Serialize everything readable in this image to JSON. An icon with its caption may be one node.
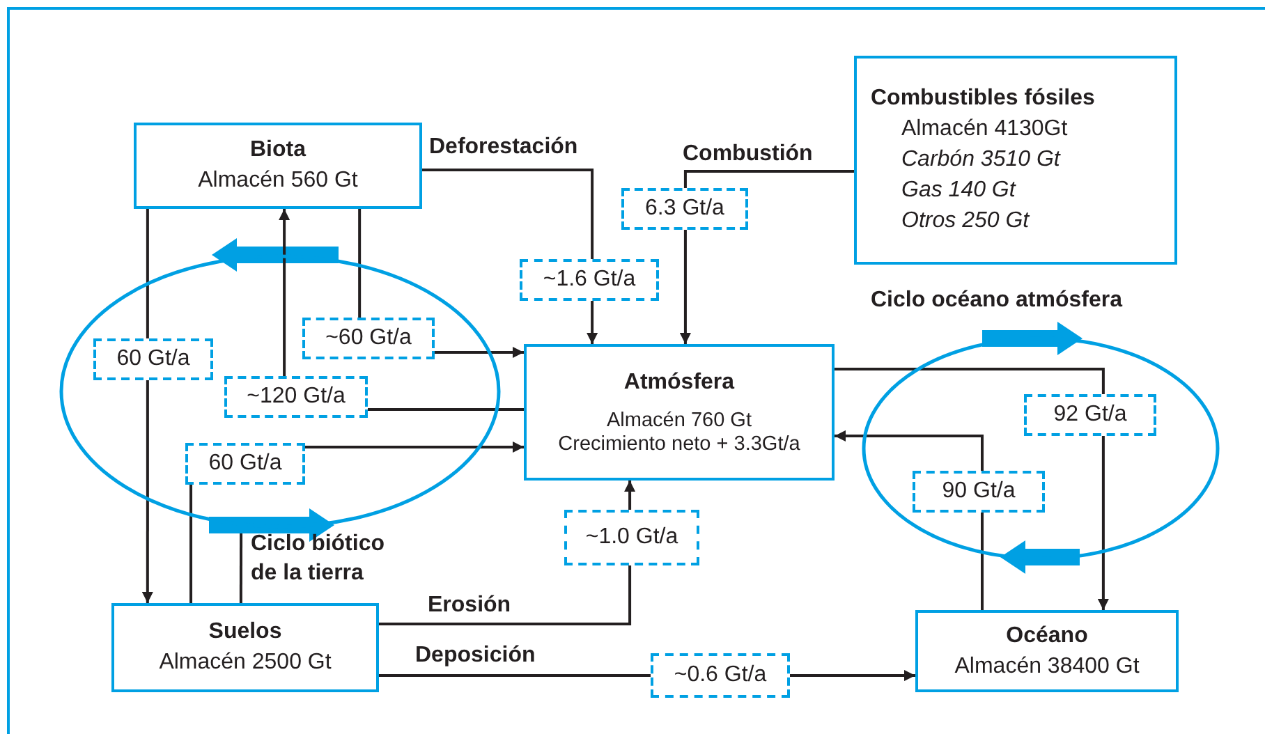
{
  "diagram": {
    "nodes": [
      {
        "text": [
          "Biota",
          "Almacén 560 Gt"
        ]
      },
      {
        "text": [
          "Combustibles fósiles",
          "Almacén 4130Gt",
          "Carbón 3510 Gt",
          "Gas 140 Gt",
          "Otros 250 Gt"
        ]
      },
      {
        "text": [
          "Atmósfera",
          "Almacén 760 Gt",
          "Crecimiento neto + 3.3Gt/a"
        ]
      },
      {
        "text": [
          "Suelos",
          "Almacén 2500 Gt"
        ]
      },
      {
        "text": [
          "Océano",
          "Almacén 38400 Gt"
        ]
      },
      {
        "text": [],
        "shape": "arrow"
      },
      {
        "text": [],
        "shape": "arrow"
      },
      {
        "text": [],
        "shape": "arrow"
      },
      {
        "text": [],
        "shape": "arrow"
      }
    ],
    "edges": [
      {
        "from": 0,
        "to": 3,
        "arrow": "to",
        "label": "60 Gt/a"
      },
      {
        "from": 3,
        "to": 2,
        "arrow": "to",
        "label": "60 Gt/a"
      },
      {
        "from": 2,
        "to": 0,
        "arrow": "to",
        "label": "~120 Gt/a"
      },
      {
        "from": 0,
        "to": 2,
        "arrow": "to",
        "label": "~60 Gt/a"
      },
      {
        "from": 0,
        "to": 2,
        "arrow": "to",
        "label": "~1.6 Gt/a"
      },
      {
        "from": 1,
        "to": 2,
        "arrow": "to",
        "label": "6.3 Gt/a"
      },
      {
        "from": 2,
        "to": 4,
        "arrow": "to",
        "label": "92 Gt/a"
      },
      {
        "from": 4,
        "to": 2,
        "arrow": "to",
        "label": "90 Gt/a"
      },
      {
        "from": 3,
        "to": 2,
        "arrow": "to",
        "label": "~1.0 Gt/a"
      },
      {
        "from": 3,
        "to": 4,
        "arrow": "to",
        "label": "~0.6 Gt/a"
      },
      {
        "from": 3,
        "to": 7,
        "arrow": "none"
      }
    ],
    "labels": [
      "Deforestación",
      "Combustión",
      "Ciclo océano atmósfera",
      "Ciclo biótico de la tierra",
      "Erosión",
      "Deposición"
    ]
  }
}
